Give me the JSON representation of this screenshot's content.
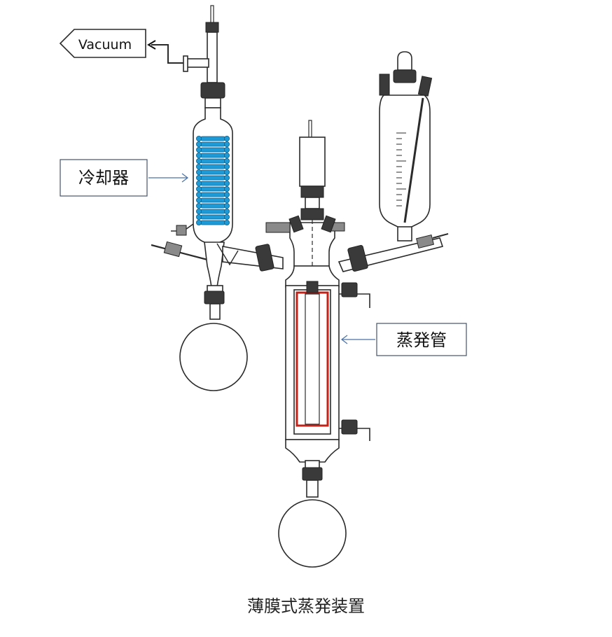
{
  "labels": {
    "vacuum": "Vacuum",
    "condenser": "冷却器",
    "evaporator_tube": "蒸発管",
    "caption": "薄膜式蒸発装置"
  },
  "colors": {
    "coil": "#1e9ad6",
    "heater": "#c0231a",
    "outline": "#2b2b2b",
    "callout_border": "#44546a",
    "callout_arrow": "#4a72a8"
  }
}
